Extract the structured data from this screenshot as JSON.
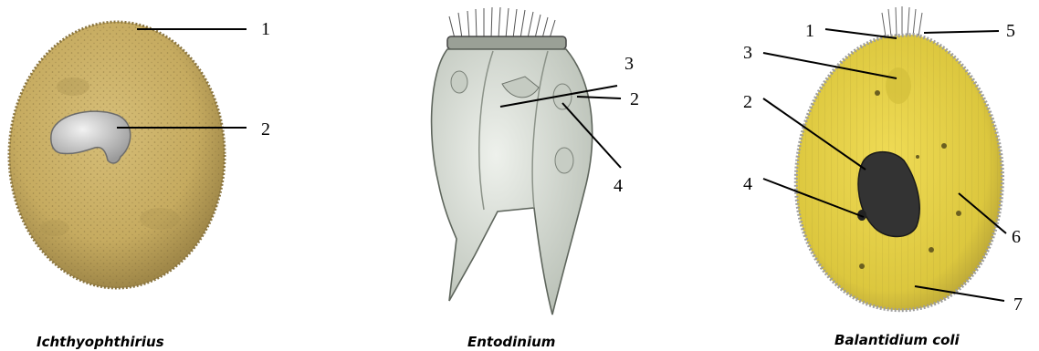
{
  "panels": [
    {
      "caption": "Ichthyophthirius",
      "labels": [
        "1",
        "2"
      ]
    },
    {
      "caption": "Entodinium",
      "labels": [
        "3",
        "2",
        "4"
      ]
    },
    {
      "caption": "Balantidium coli",
      "labels": [
        "1",
        "5",
        "3",
        "2",
        "4",
        "6",
        "7"
      ]
    }
  ],
  "colors": {
    "ichthyo_body": "#c9b065",
    "ichthyo_nucleus": "#c8c8c8",
    "entodinium_body": "#dde3dc",
    "balantidium_body": "#e2cf45",
    "balantidium_nucleus": "#3a3a3a"
  }
}
